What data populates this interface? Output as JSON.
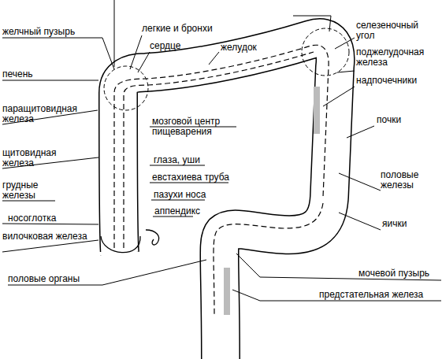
{
  "diagram": {
    "labels": [
      "желчный пузырь",
      "легкие и бронхи",
      "сердце",
      "желудок",
      "селезеночный угол",
      "печень",
      "поджелудочная железа",
      "надпочечники",
      "паращитовидная железа",
      "почки",
      "мозговой центр пищеварения",
      "щитовидная железа",
      "глаза, уши",
      "евстахиева труба",
      "пазухи носа",
      "половые железы",
      "аппендикс",
      "грудные железы",
      "яички",
      "носоглотка",
      "вилочковая железа",
      "половые органы",
      "мочевой пузырь",
      "предстательная железа"
    ]
  }
}
